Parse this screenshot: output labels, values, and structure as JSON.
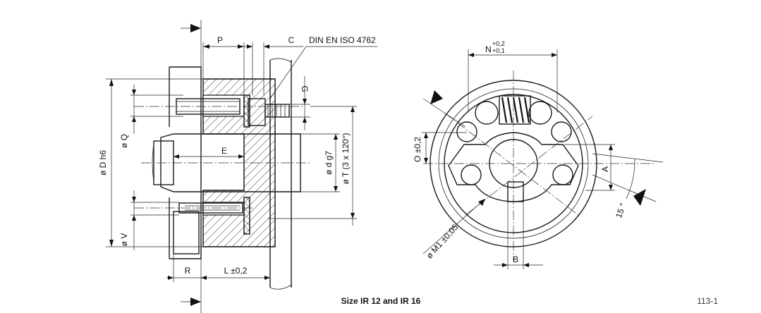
{
  "labels": {
    "P": "P",
    "C": "C",
    "din": "DIN EN ISO 4762",
    "G": "G",
    "Q": "ø Q",
    "D": "ø D h6",
    "E": "E",
    "d": "ø d g7",
    "T": "ø T (3 x 120°)",
    "V": "ø V",
    "R": "R",
    "L": "L ±0,2",
    "N": "N",
    "N_upper_tol": "+0,2",
    "N_lower_tol": "+0,1",
    "O": "O ±0,2",
    "A": "A",
    "angle": "15 °",
    "M1": "ø M1 ±0,05",
    "B": "B"
  },
  "caption": "Size IR 12 and IR 16",
  "figure_number": "113-1"
}
